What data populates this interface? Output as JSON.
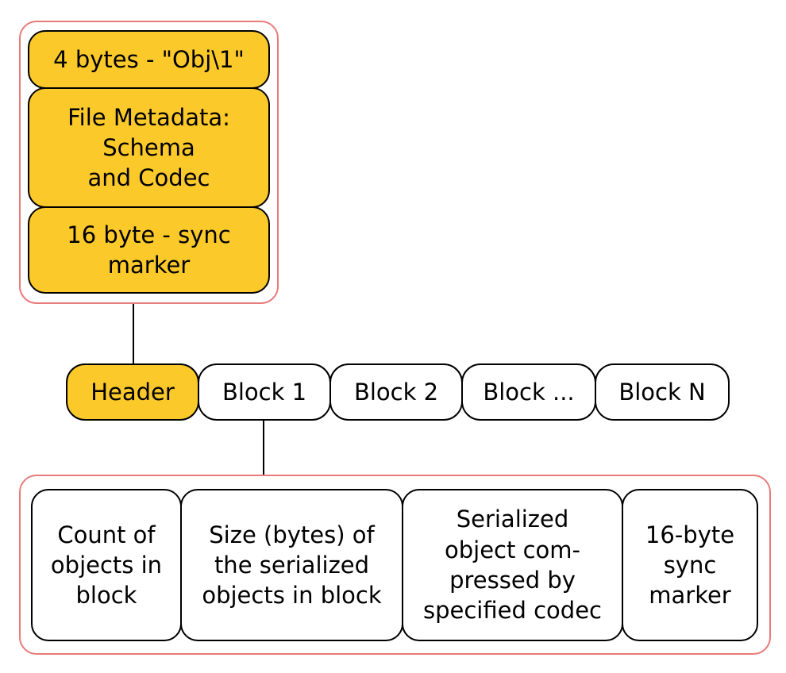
{
  "header_detail": {
    "fields": [
      "4 bytes - \"Obj\\1\"",
      "File Metadata:\nSchema\nand Codec",
      "16 byte - sync\nmarker"
    ]
  },
  "file_sections": [
    "Header",
    "Block 1",
    "Block 2",
    "Block ...",
    "Block N"
  ],
  "block_detail": {
    "fields": [
      "Count of\nobjects in\nblock",
      "Size (bytes) of\nthe serialized\nobjects in block",
      "Serialized\nobject com-\npressed by\nspecified codec",
      "16-byte\nsync\nmarker"
    ]
  },
  "colors": {
    "highlight_fill": "#fcc92b",
    "group_outline": "#e97a7a",
    "stroke": "#000000"
  }
}
